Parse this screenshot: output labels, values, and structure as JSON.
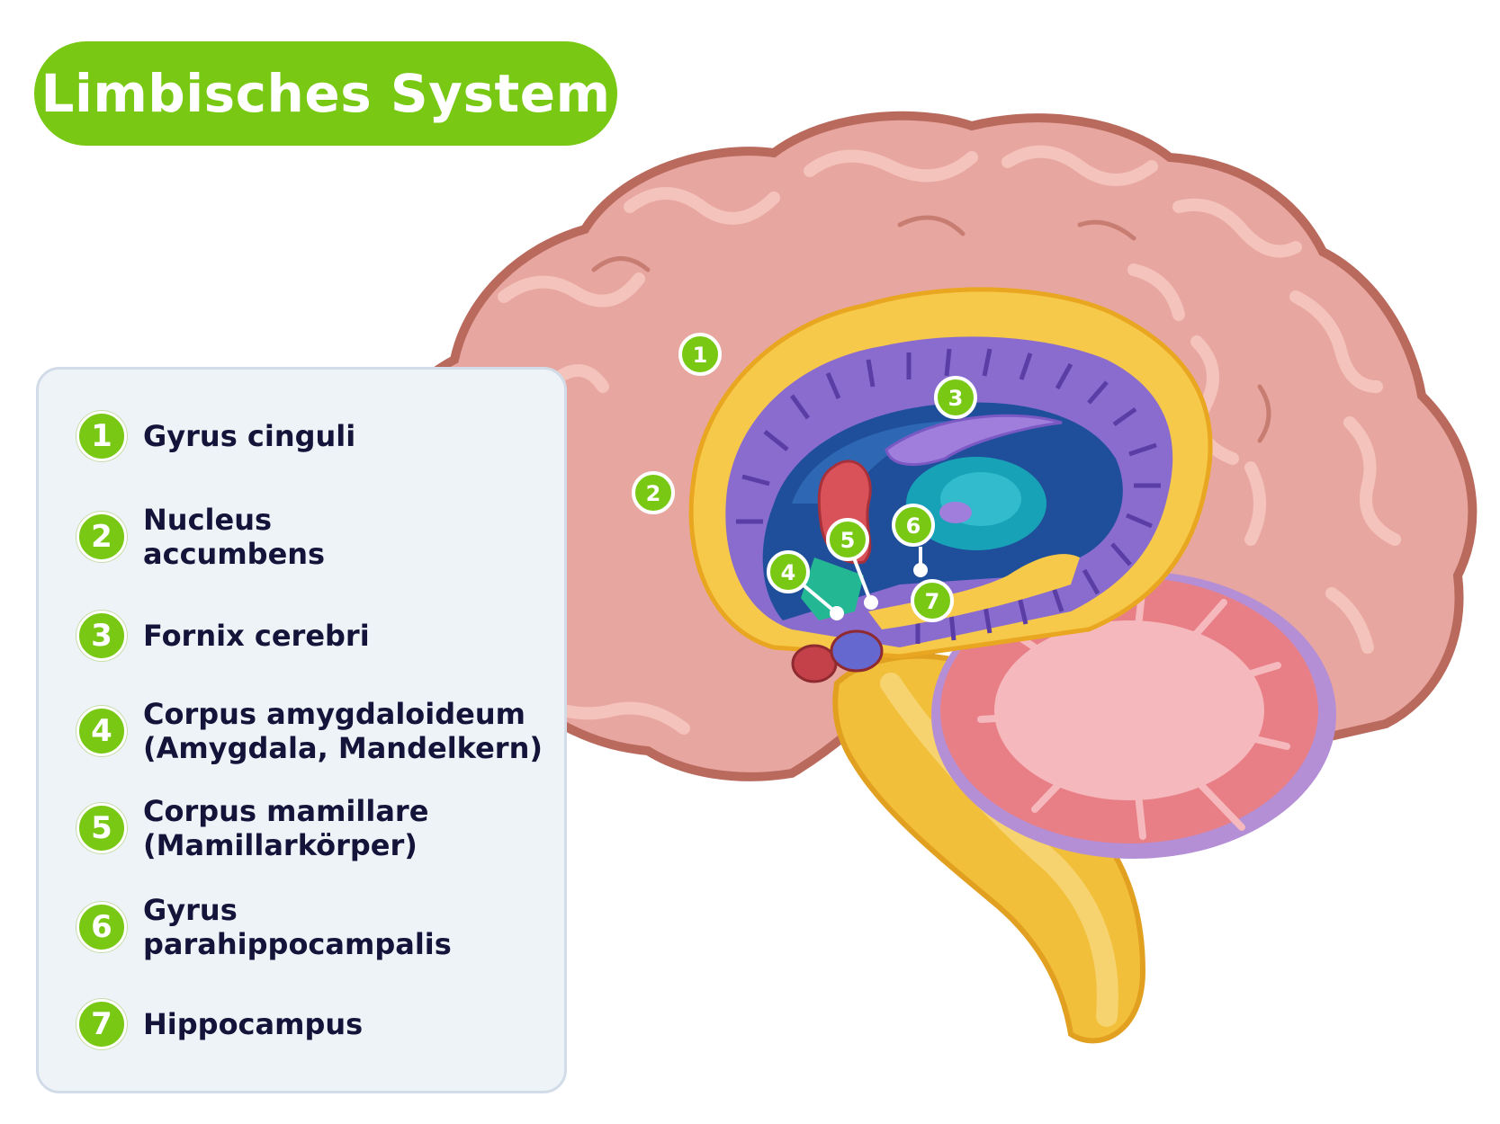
{
  "title": "Limbisches System",
  "legend": [
    {
      "num": "1",
      "line1": "Gyrus cinguli",
      "line2": ""
    },
    {
      "num": "2",
      "line1": "Nucleus",
      "line2": "accumbens"
    },
    {
      "num": "3",
      "line1": "Fornix cerebri",
      "line2": ""
    },
    {
      "num": "4",
      "line1": "Corpus amygdaloideum",
      "line2": "(Amygdala, Mandelkern)"
    },
    {
      "num": "5",
      "line1": "Corpus mamillare",
      "line2": "(Mamillarkörper)"
    },
    {
      "num": "6",
      "line1": "Gyrus",
      "line2": "parahippocampalis"
    },
    {
      "num": "7",
      "line1": "Hippocampus",
      "line2": ""
    }
  ],
  "markers": [
    "1",
    "2",
    "3",
    "4",
    "5",
    "6",
    "7"
  ],
  "colors": {
    "accent": "#78c814",
    "cortex": "#e8a6a0",
    "cortex_outline": "#b96a5d",
    "gyrus": "#f4c3bb",
    "cingulate": "#f6c94a",
    "ring": "#8a6ccf",
    "ventricle": "#1f4f9a",
    "thalamus": "#18a2b8",
    "brainstem": "#f2bf3a",
    "cerebellum": "#e87f86",
    "text": "#14143a"
  }
}
